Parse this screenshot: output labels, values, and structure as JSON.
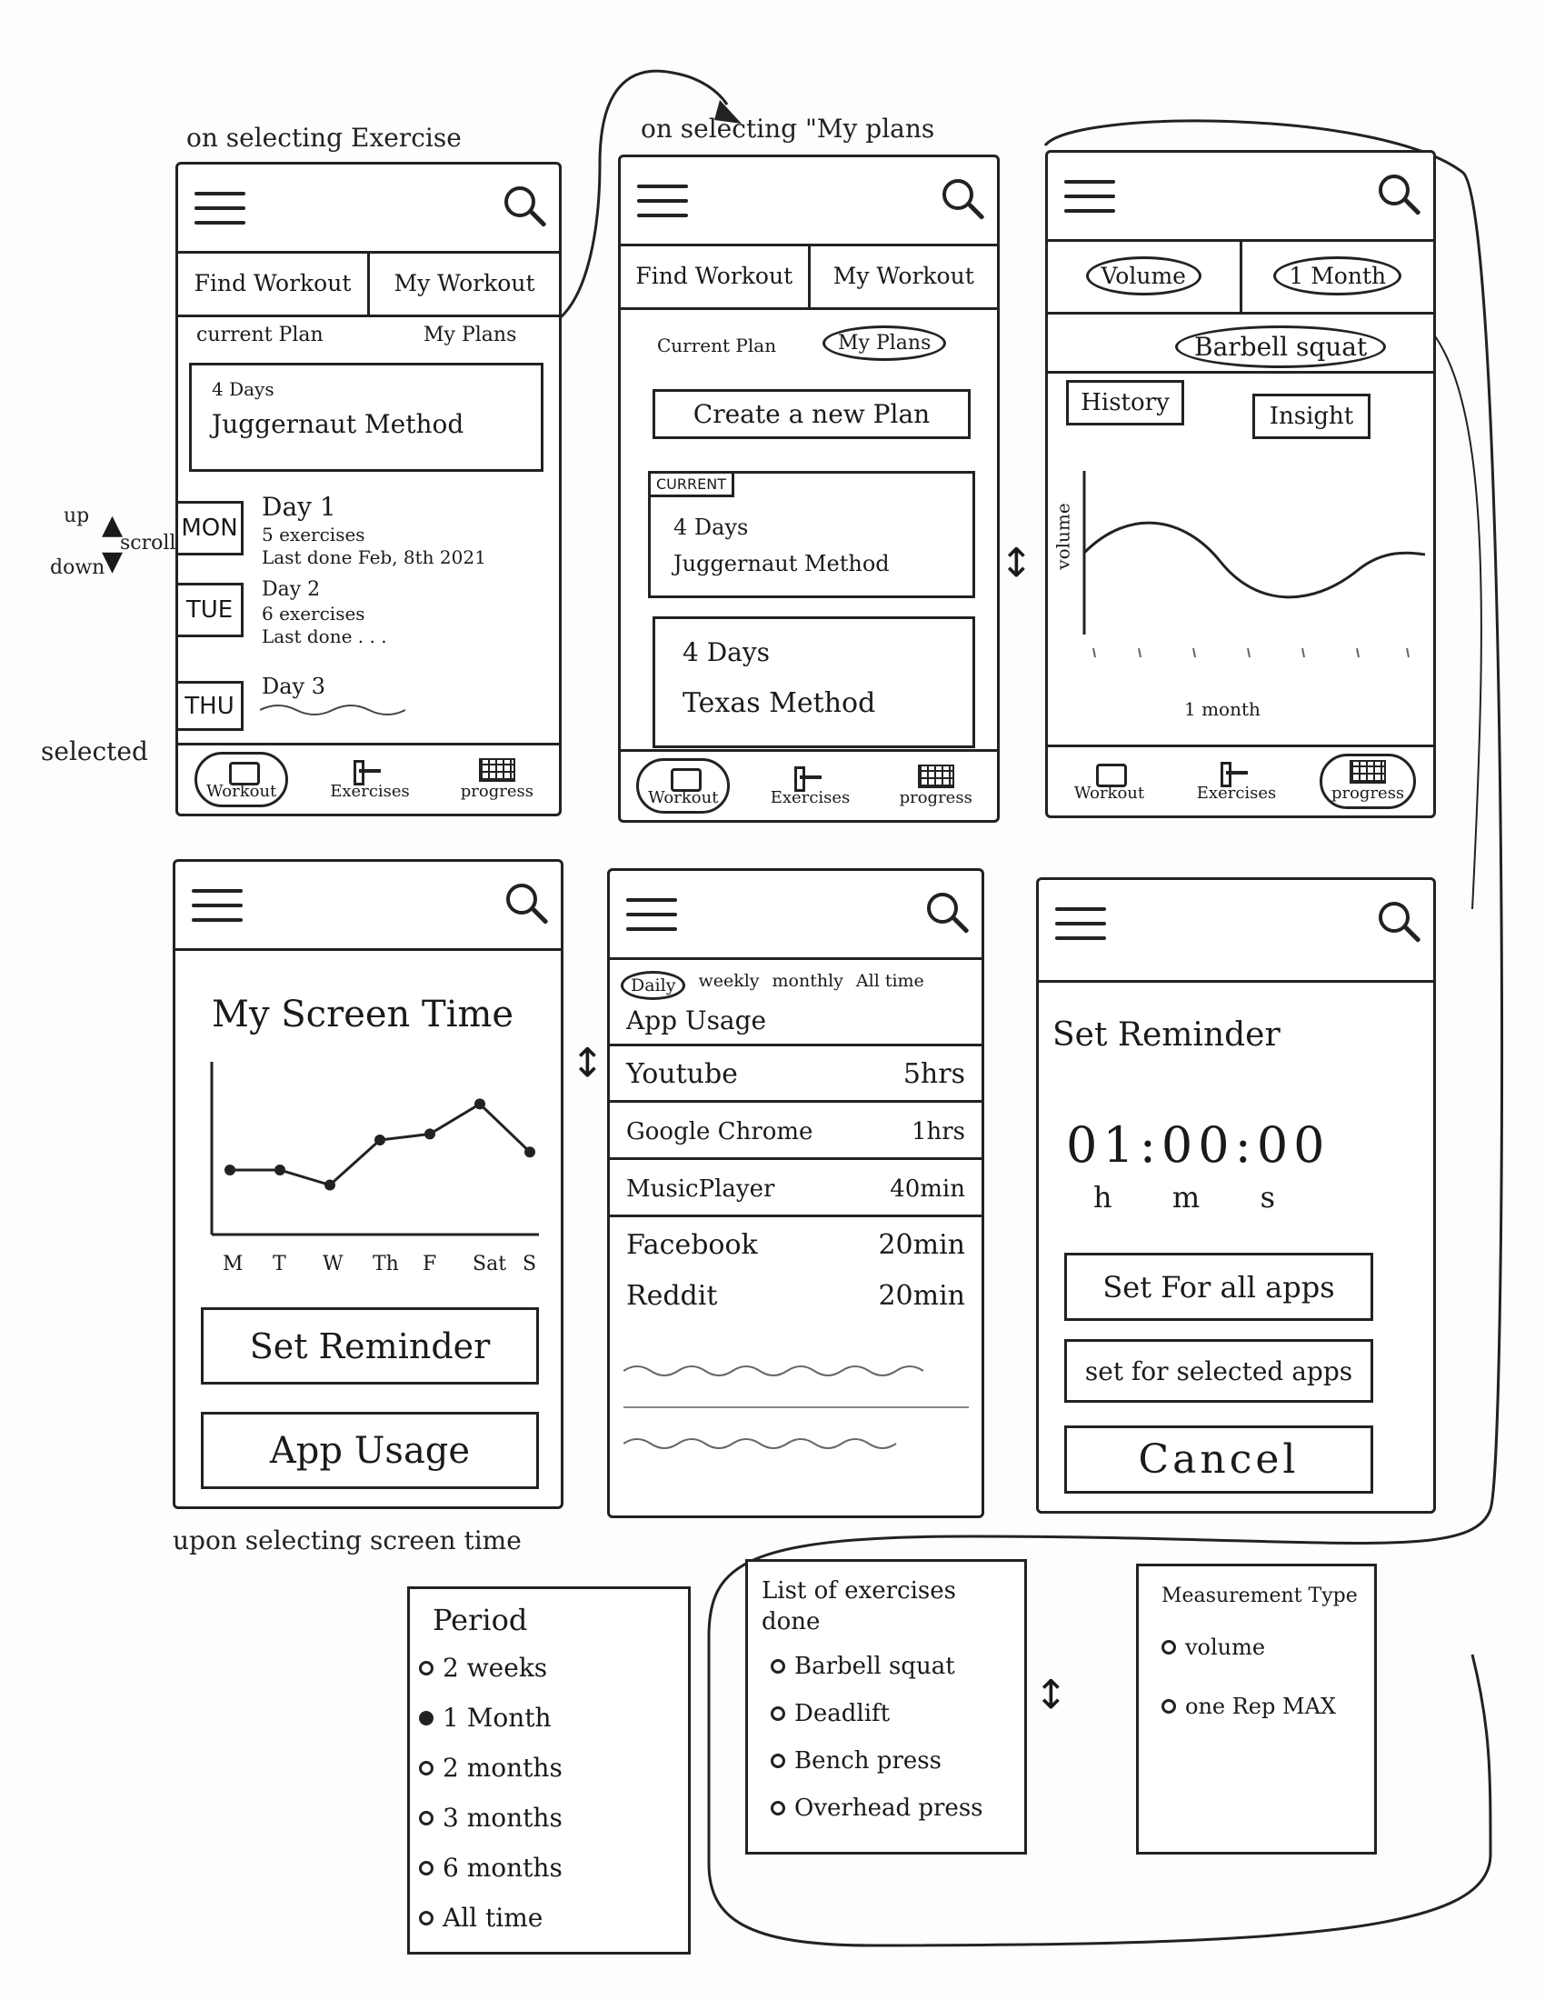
{
  "annotations": {
    "screen1": "on selecting Exercise",
    "screen2": "on selecting \"My plans",
    "screen4": "upon selecting screen time",
    "scroll": "scroll",
    "up": "up",
    "down": "down",
    "selected": "selected"
  },
  "common": {
    "tab_find": "Find Workout",
    "tab_my": "My Workout",
    "nav": [
      "Workout",
      "Exercises",
      "progress"
    ]
  },
  "screen1": {
    "current_plan": "current Plan",
    "my_plans": "My Plans",
    "plan_days": "4 Days",
    "plan_name": "Juggernaut Method",
    "days": [
      {
        "day": "MON",
        "title": "Day 1",
        "sub1": "5 exercises",
        "sub2": "Last done Feb, 8th 2021"
      },
      {
        "day": "TUE",
        "title": "Day 2",
        "sub1": "6 exercises",
        "sub2": "Last done . . ."
      },
      {
        "day": "THU",
        "title": "Day 3",
        "sub1": "",
        "sub2": ""
      }
    ]
  },
  "screen2": {
    "current_plan": "Current Plan",
    "my_plans": "My Plans",
    "create": "Create a new Plan",
    "current_badge": "CURRENT",
    "plans": [
      {
        "days": "4 Days",
        "name": "Juggernaut Method"
      },
      {
        "days": "4 Days",
        "name": "Texas Method"
      }
    ]
  },
  "screen3": {
    "metric": "Volume",
    "period": "1 Month",
    "exercise": "Barbell squat",
    "history": "History",
    "insight": "Insight",
    "ylabel": "volume",
    "xlabel": "1 month"
  },
  "screen4": {
    "title": "My Screen Time",
    "days": [
      "M",
      "T",
      "W",
      "Th",
      "F",
      "Sat",
      "S"
    ],
    "reminder": "Set Reminder",
    "usage": "App Usage"
  },
  "screen5": {
    "filters": [
      "Daily",
      "weekly",
      "monthly",
      "All time"
    ],
    "heading": "App Usage",
    "apps": [
      {
        "name": "Youtube",
        "time": "5hrs"
      },
      {
        "name": "Google Chrome",
        "time": "1hrs"
      },
      {
        "name": "MusicPlayer",
        "time": "40min"
      },
      {
        "name": "Facebook",
        "time": "20min"
      },
      {
        "name": "Reddit",
        "time": "20min"
      }
    ]
  },
  "screen6": {
    "title": "Set Reminder",
    "time": "01:00:00",
    "units": [
      "h",
      "m",
      "s"
    ],
    "all_apps": "Set For all apps",
    "selected_apps": "set for selected apps",
    "cancel": "Cancel"
  },
  "popups": {
    "period": {
      "title": "Period",
      "options": [
        "2 weeks",
        "1 Month",
        "2 months",
        "3 months",
        "6 months",
        "All time"
      ],
      "selected": "1 Month"
    },
    "exercises": {
      "title": "List of exercises done",
      "options": [
        "Barbell squat",
        "Deadlift",
        "Bench press",
        "Overhead press"
      ]
    },
    "measurement": {
      "title": "Measurement Type",
      "options": [
        "volume",
        "one Rep MAX"
      ]
    }
  },
  "chart_data": {
    "type": "line",
    "title": "My Screen Time",
    "categories": [
      "M",
      "T",
      "W",
      "Th",
      "F",
      "Sat",
      "S"
    ],
    "values": [
      2,
      2,
      1.5,
      3,
      3.2,
      4.2,
      2.6
    ],
    "xlabel": "",
    "ylabel": ""
  }
}
